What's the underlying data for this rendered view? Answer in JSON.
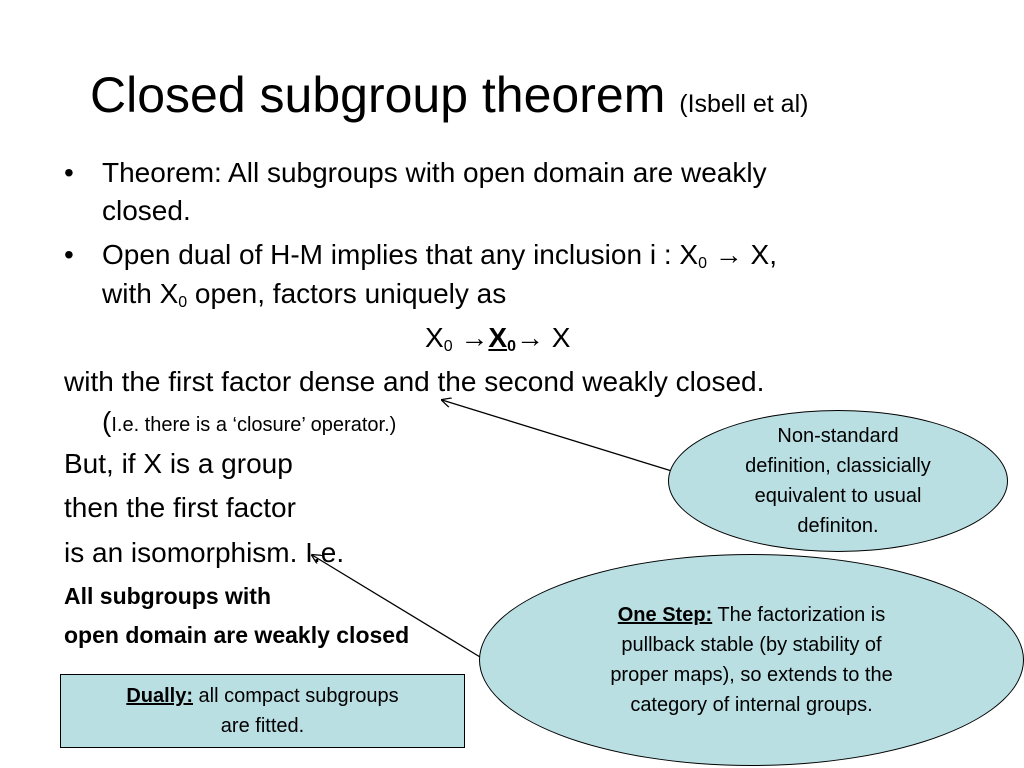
{
  "title": {
    "main": "Closed subgroup theorem",
    "sub": "(Isbell et al)"
  },
  "bullets": [
    {
      "symbol": "•",
      "line1": "Theorem: All subgroups with open domain are weakly",
      "line2": "closed."
    },
    {
      "symbol": "•",
      "line1_a": "Open dual of H-M implies that any inclusion i : X",
      "line1_sub": "0",
      "line1_b": " → X,",
      "line2_a": "with X",
      "line2_sub": "0",
      "line2_b": " open, factors uniquely as"
    }
  ],
  "factor_line": {
    "x0": "X",
    "x0_sub": "0",
    "arrow1": " →",
    "mid": "X",
    "mid_sub": "0",
    "arrow2": "→ X"
  },
  "paragraph": {
    "line1": "with the first factor dense and the second weakly closed.",
    "paren_open": "(",
    "line2": "I.e. there is a ‘closure’ operator.)",
    "line3": "But, if X is a group",
    "line4": "then the first factor",
    "line5": "is an isomorphism. I.e.",
    "bold1": "All subgroups with",
    "bold2": "open domain are weakly closed"
  },
  "callout_top": {
    "line1": "Non-standard",
    "line2": "definition, classicially",
    "line3": "equivalent to usual",
    "line4": "definiton."
  },
  "callout_bottom": {
    "heading": "One Step:",
    "line1_rest": " The factorization is",
    "line2": "pullback stable (by stability of",
    "line3": "proper maps), so extends to the",
    "line4": "category of internal groups."
  },
  "dually_box": {
    "heading": "Dually:",
    "line1_rest": " all compact subgroups",
    "line2": "are fitted."
  },
  "colors": {
    "callout_fill": "#b9dfe3",
    "text": "#000000"
  }
}
